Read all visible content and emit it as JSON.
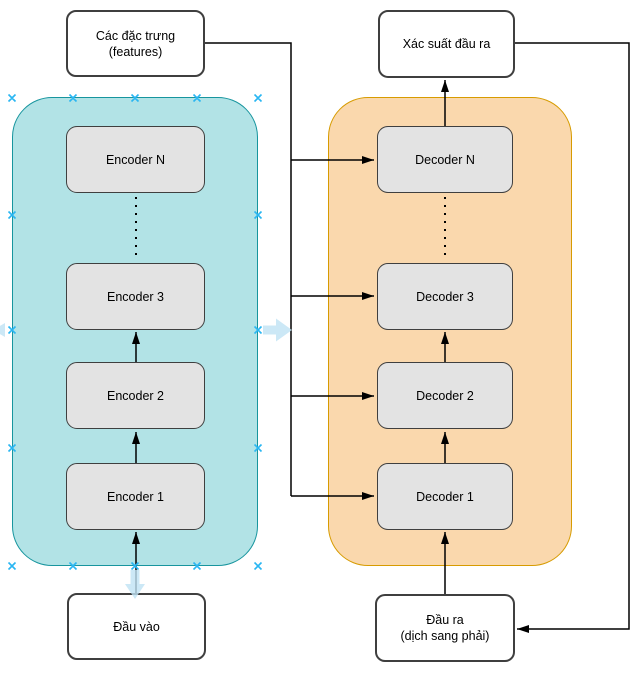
{
  "labels": {
    "features_line1": "Các đặc trưng",
    "features_line2": "(features)",
    "output_probability": "Xác suất đầu ra",
    "input": "Đầu vào",
    "output_line1": "Đầu ra",
    "output_line2": "(dịch sang phải)"
  },
  "encoders": [
    {
      "label": "Encoder N"
    },
    {
      "label": "Encoder 3"
    },
    {
      "label": "Encoder 2"
    },
    {
      "label": "Encoder 1"
    }
  ],
  "decoders": [
    {
      "label": "Decoder N"
    },
    {
      "label": "Decoder 3"
    },
    {
      "label": "Decoder 2"
    },
    {
      "label": "Decoder 1"
    }
  ],
  "colors": {
    "encoder_container_fill": "#b2e3e6",
    "encoder_container_stroke": "#17959e",
    "decoder_container_fill": "#fad8ad",
    "decoder_container_stroke": "#d79b00",
    "node_fill": "#e3e3e3",
    "node_stroke": "#3f3f3f",
    "connector": "#000000",
    "connection_point": "#29b6f2",
    "hover_arrow_fill": "#bfe2f4"
  }
}
